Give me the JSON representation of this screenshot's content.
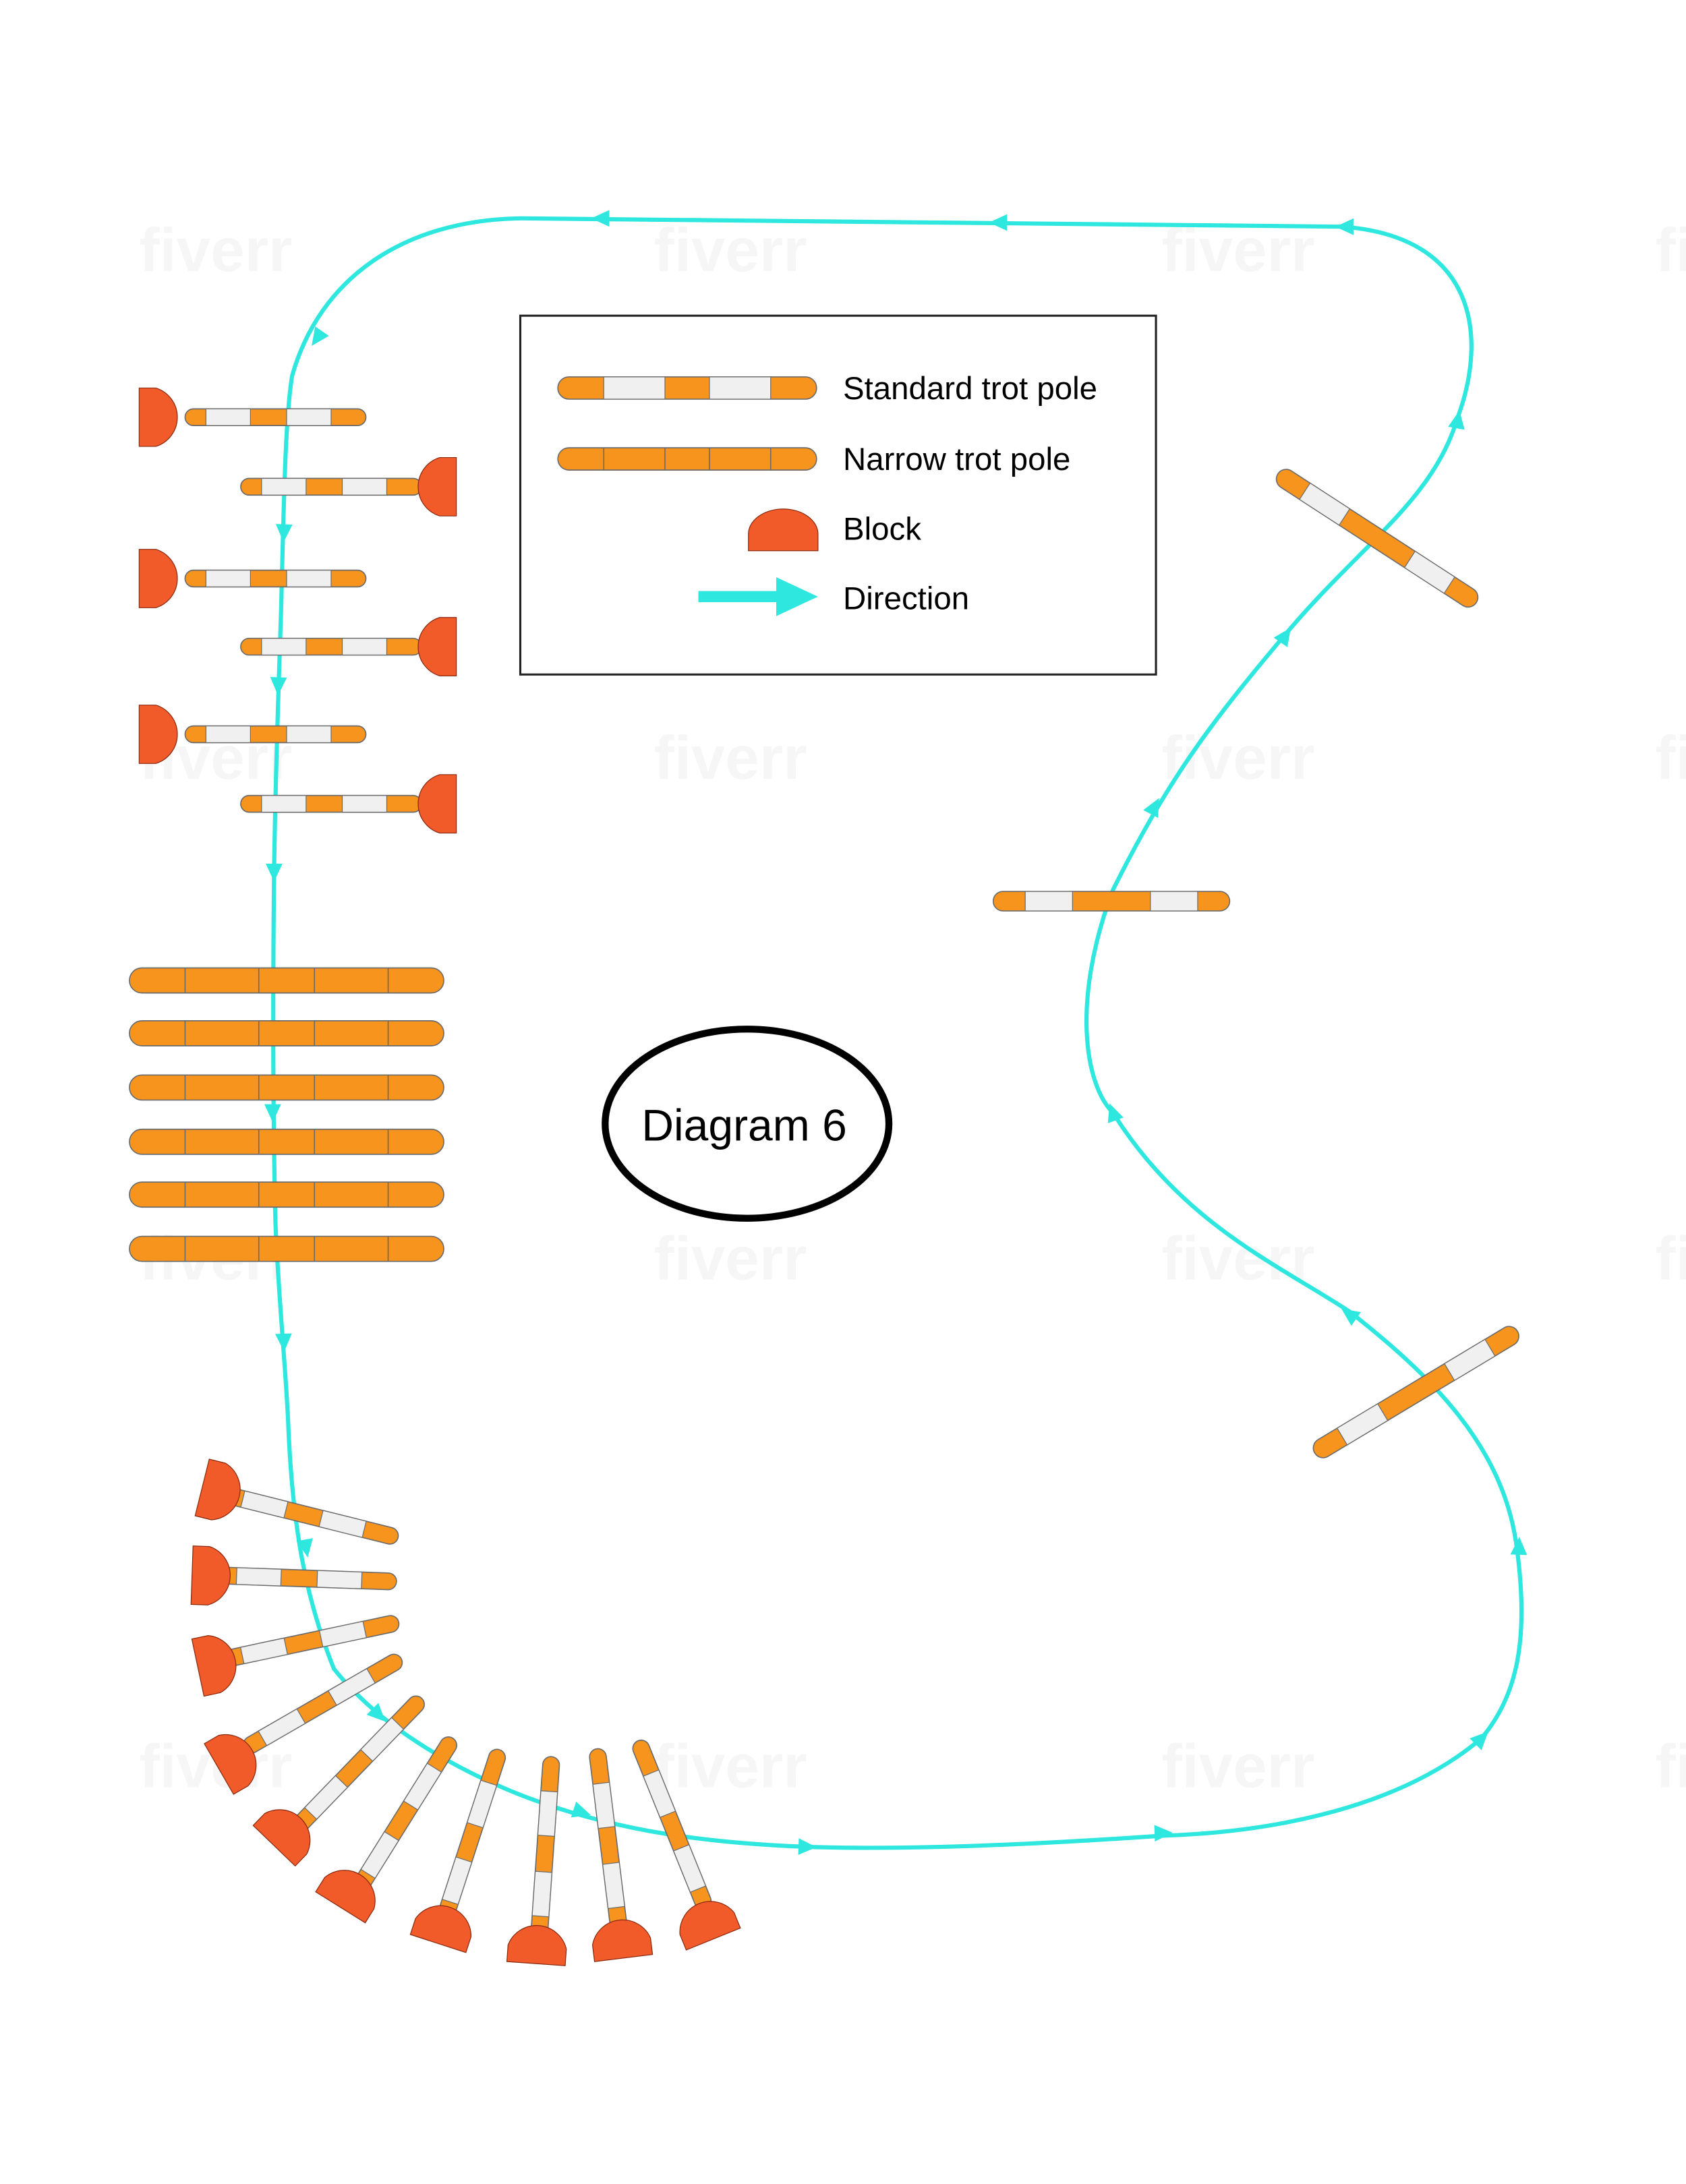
{
  "diagram": {
    "title": "Diagram 6",
    "legend": {
      "items": [
        {
          "key": "standard",
          "label": "Standard trot pole"
        },
        {
          "key": "narrow",
          "label": "Narrow trot pole"
        },
        {
          "key": "block",
          "label": "Block"
        },
        {
          "key": "direction",
          "label": "Direction"
        }
      ]
    },
    "colors": {
      "pole_orange": "#f7941d",
      "pole_white": "#f0f0f0",
      "block": "#f15a29",
      "direction": "#2ee8e0",
      "outline": "#6b6b6b",
      "text": "#000000"
    },
    "watermark": "fiverr"
  }
}
